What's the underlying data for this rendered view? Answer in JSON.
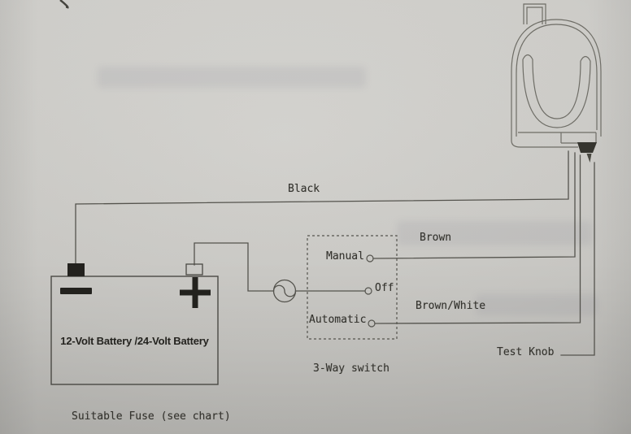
{
  "diagram": {
    "type": "wiring-diagram",
    "wires": {
      "black": "Black",
      "brown": "Brown",
      "brown_white": "Brown/White"
    },
    "battery": {
      "label": "12-Volt Battery /24-Volt Battery",
      "negative_symbol": "minus",
      "positive_symbol": "plus"
    },
    "switch": {
      "title": "3-Way switch",
      "positions": {
        "manual": "Manual",
        "off": "Off",
        "automatic": "Automatic"
      }
    },
    "lamp": {
      "test_knob": "Test Knob"
    },
    "fuse": {
      "note": "Suitable Fuse (see chart)"
    }
  },
  "colors": {
    "paper": "#cbcac6",
    "wire_ink": "#54534d",
    "lamp_ink": "#6e6d66",
    "text_ink": "#35342f",
    "terminal_fill": "#23221e",
    "knob_fill": "#36352f"
  }
}
